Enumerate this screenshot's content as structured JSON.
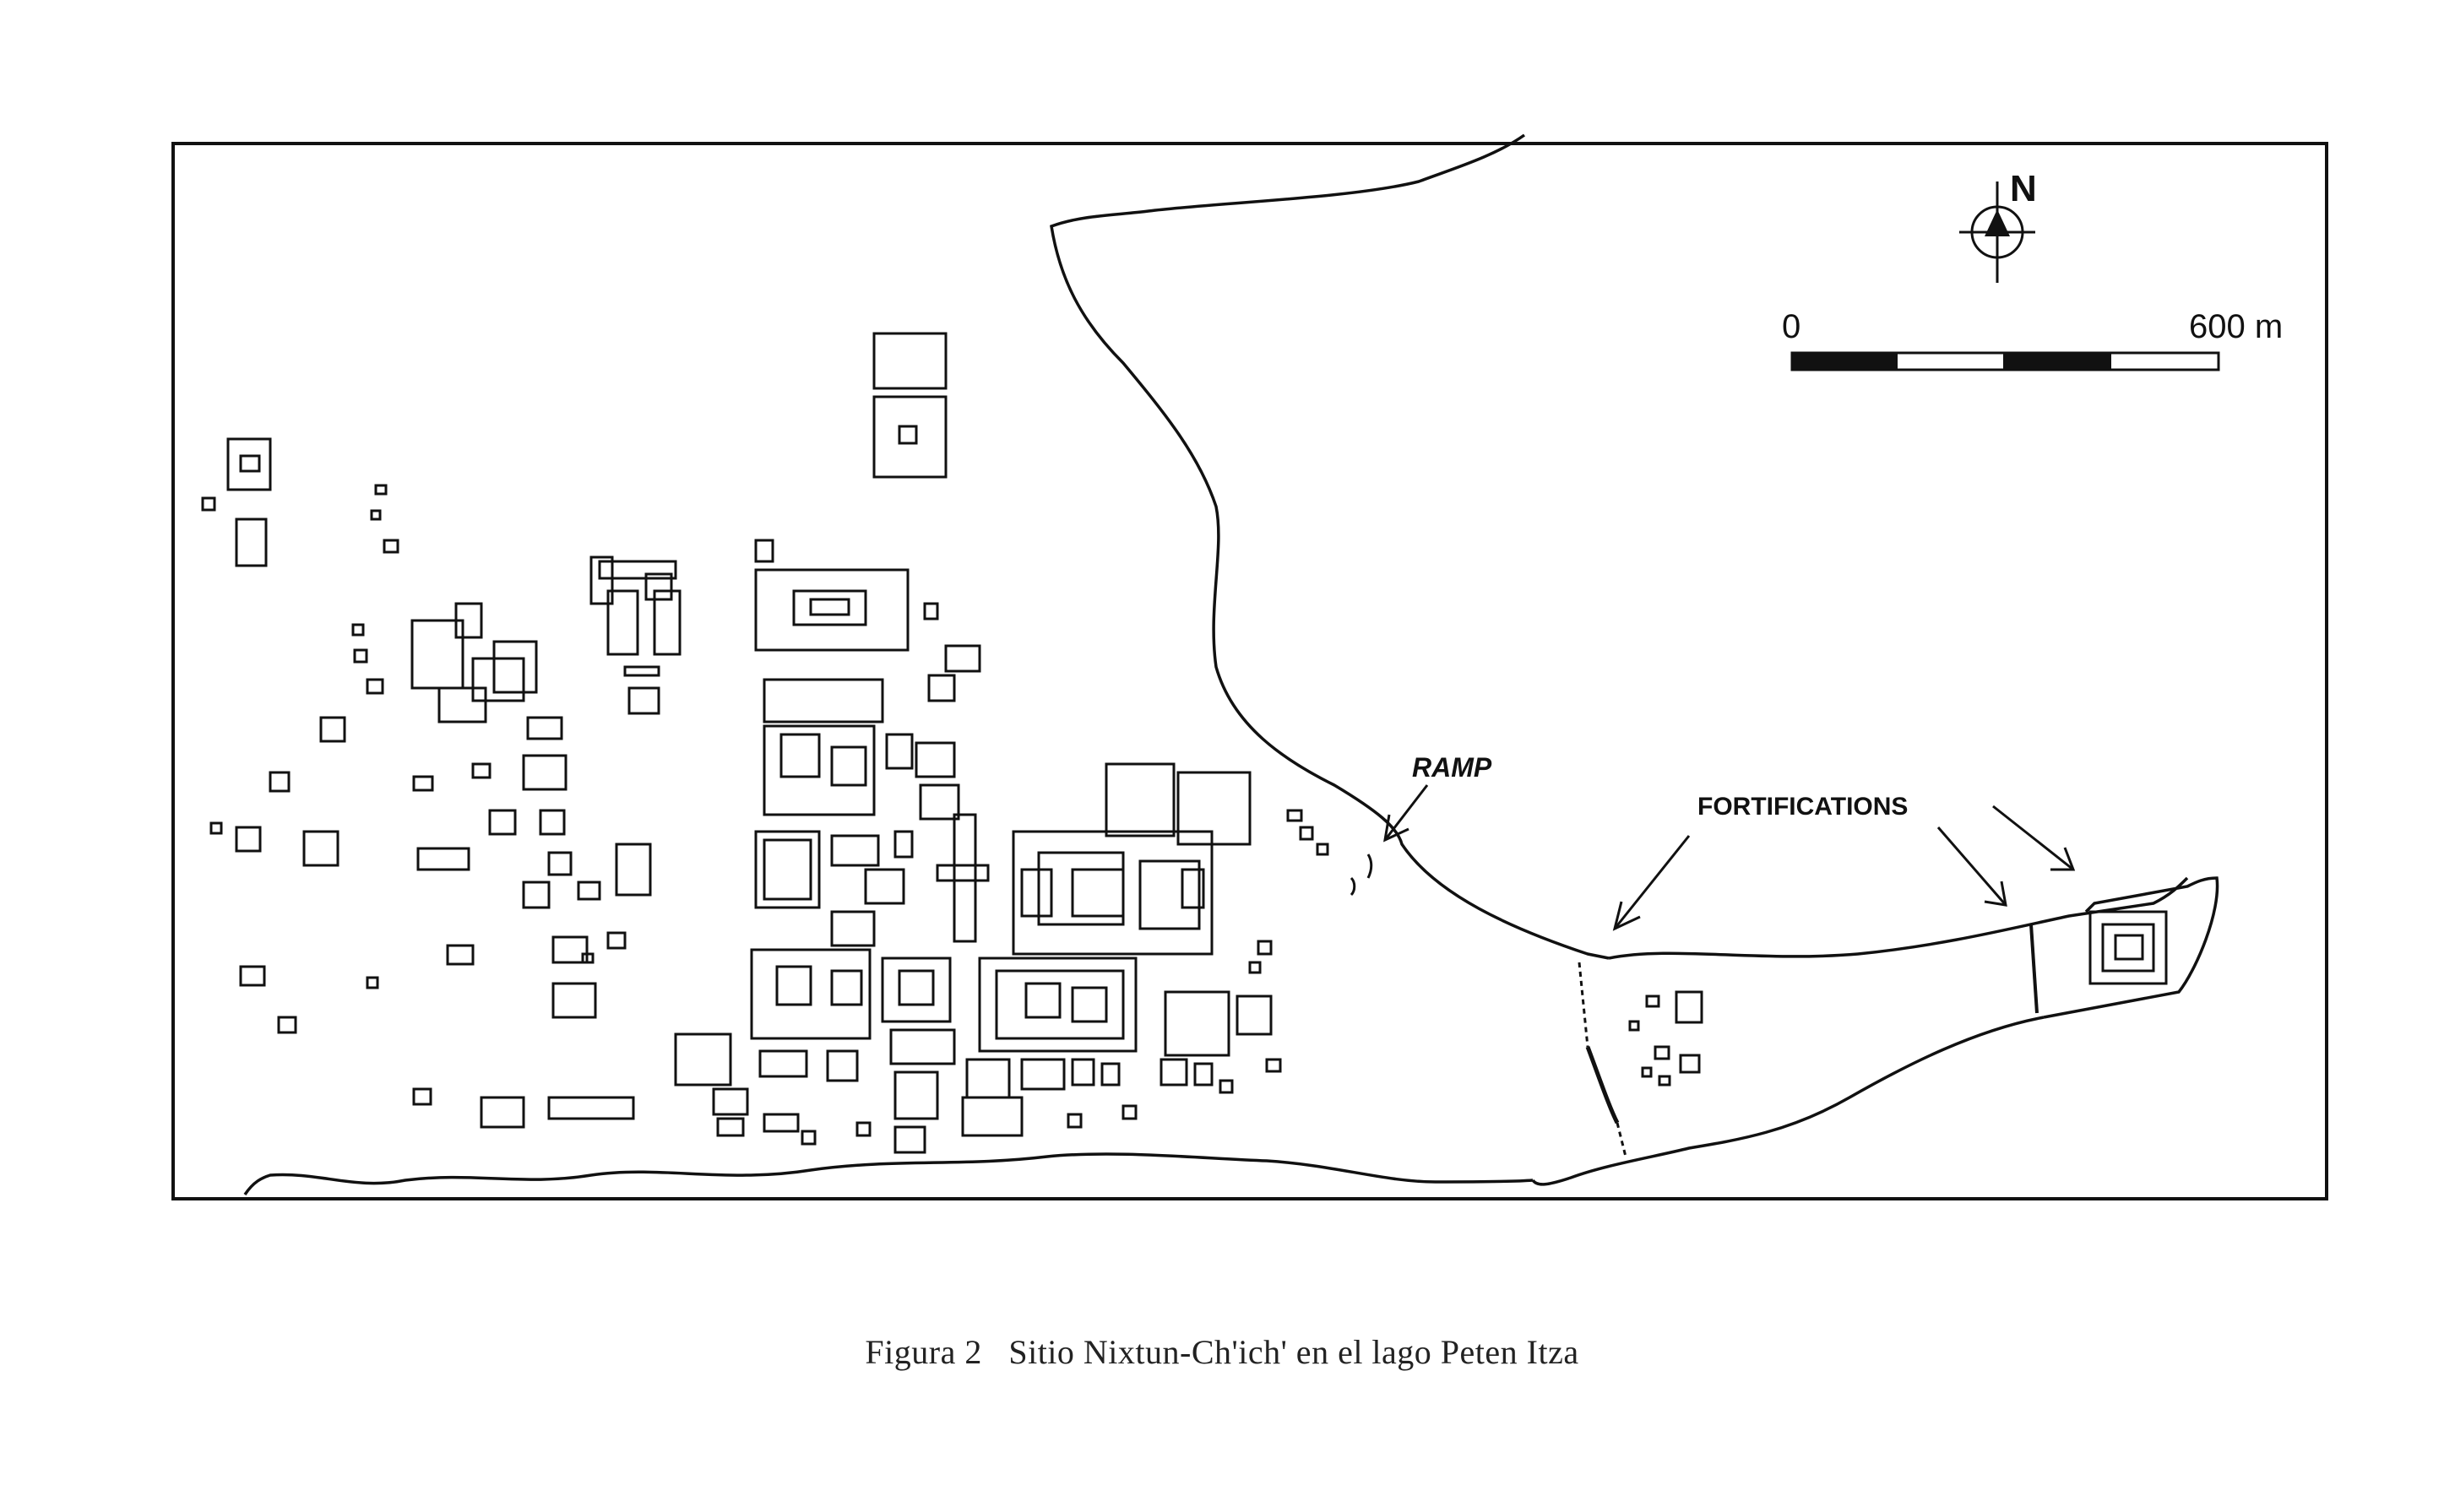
{
  "map": {
    "north_label": "N",
    "scale": {
      "start_label": "0",
      "end_label": "600 m"
    },
    "labels": {
      "ramp": "RAMP",
      "fortifications": "FORTIFICATIONS"
    },
    "ink_color": "#111111",
    "paper_color": "#ffffff"
  },
  "caption": {
    "figure_number": "Figura 2",
    "text": "Sitio Nixtun-Ch'ich' en el lago Peten Itza"
  }
}
